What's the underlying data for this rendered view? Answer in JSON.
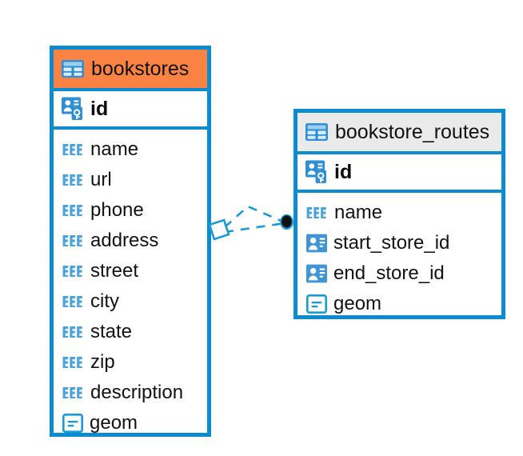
{
  "diagram": {
    "type": "entity-relationship-diagram",
    "background_color": "#ffffff",
    "accent_color": "#0b8bd0",
    "highlight_color": "#fa8243",
    "header_gray": "#eaeaea"
  },
  "entities": [
    {
      "name": "bookstores",
      "header_style": "accent-orange",
      "primary_key": {
        "label": "id",
        "icon": "primary-key-icon"
      },
      "fields": [
        {
          "label": "name",
          "icon": "abc-text-icon"
        },
        {
          "label": "url",
          "icon": "abc-text-icon"
        },
        {
          "label": "phone",
          "icon": "abc-text-icon"
        },
        {
          "label": "address",
          "icon": "abc-text-icon"
        },
        {
          "label": "street",
          "icon": "abc-text-icon"
        },
        {
          "label": "city",
          "icon": "abc-text-icon"
        },
        {
          "label": "state",
          "icon": "abc-text-icon"
        },
        {
          "label": "zip",
          "icon": "abc-text-icon"
        },
        {
          "label": "description",
          "icon": "abc-text-icon"
        },
        {
          "label": "geom",
          "icon": "geometry-icon"
        }
      ]
    },
    {
      "name": "bookstore_routes",
      "header_style": "accent-gray",
      "primary_key": {
        "label": "id",
        "icon": "primary-key-icon"
      },
      "fields": [
        {
          "label": "name",
          "icon": "abc-text-icon"
        },
        {
          "label": "start_store_id",
          "icon": "foreign-key-icon"
        },
        {
          "label": "end_store_id",
          "icon": "foreign-key-icon"
        },
        {
          "label": "geom",
          "icon": "geometry-icon"
        }
      ]
    }
  ],
  "relationship": {
    "source_entity": "bookstores",
    "target_entity": "bookstore_routes",
    "source_marker": "diamond-outline",
    "target_marker": "filled-circle",
    "line_style": "dashed",
    "line_color": "#1a9ad7",
    "marker_fill": "#111111"
  }
}
